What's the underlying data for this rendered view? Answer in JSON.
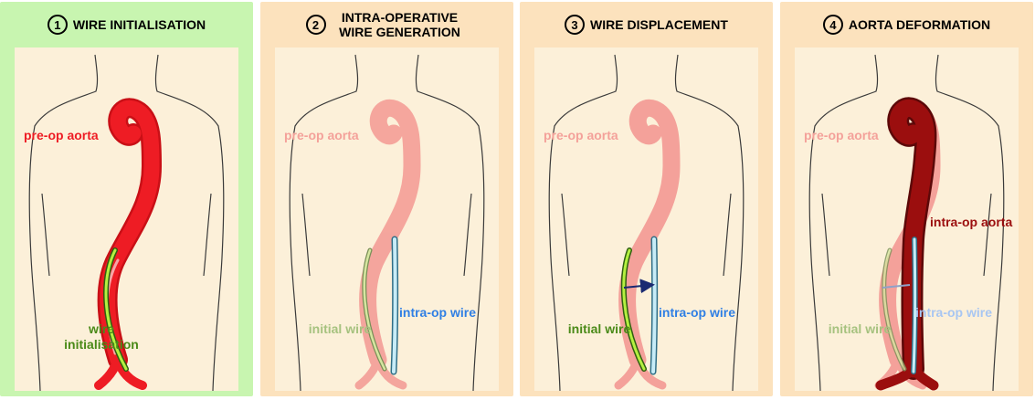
{
  "panels": [
    {
      "number": "1",
      "title": "WIRE INITIALISATION",
      "bg": "#c8f5b0",
      "labels": {
        "aorta": "pre-op aorta",
        "wire": "wire initialisation"
      }
    },
    {
      "number": "2",
      "title": "INTRA-OPERATIVE WIRE GENERATION",
      "bg": "#fce2bd",
      "labels": {
        "aorta": "pre-op aorta",
        "initial": "initial wire",
        "intra": "intra-op wire"
      }
    },
    {
      "number": "3",
      "title": "WIRE DISPLACEMENT",
      "bg": "#fce2bd",
      "labels": {
        "aorta": "pre-op aorta",
        "initial": "initial wire",
        "intra": "intra-op wire"
      }
    },
    {
      "number": "4",
      "title": "AORTA DEFORMATION",
      "bg": "#fce2bd",
      "labels": {
        "aorta": "pre-op aorta",
        "intra_aorta": "intra-op aorta",
        "initial": "initial wire",
        "intra": "intra-op wire"
      }
    }
  ],
  "colors": {
    "aorta_active": "#ee1c24",
    "aorta_faded": "#f4a19a",
    "aorta_deformed": "#9b0e0e",
    "wire_green": "#4a8a18",
    "wire_green_fill": "#b4f040",
    "wire_faded_green": "#a6c27f",
    "wire_blue_label": "#2f7fe4",
    "wire_blue_faded_label": "#a8c6f2",
    "wire_blue_fill": "#c7ecf7",
    "body_fill": "#fcf0d9",
    "arrow": "#1a2a72"
  }
}
